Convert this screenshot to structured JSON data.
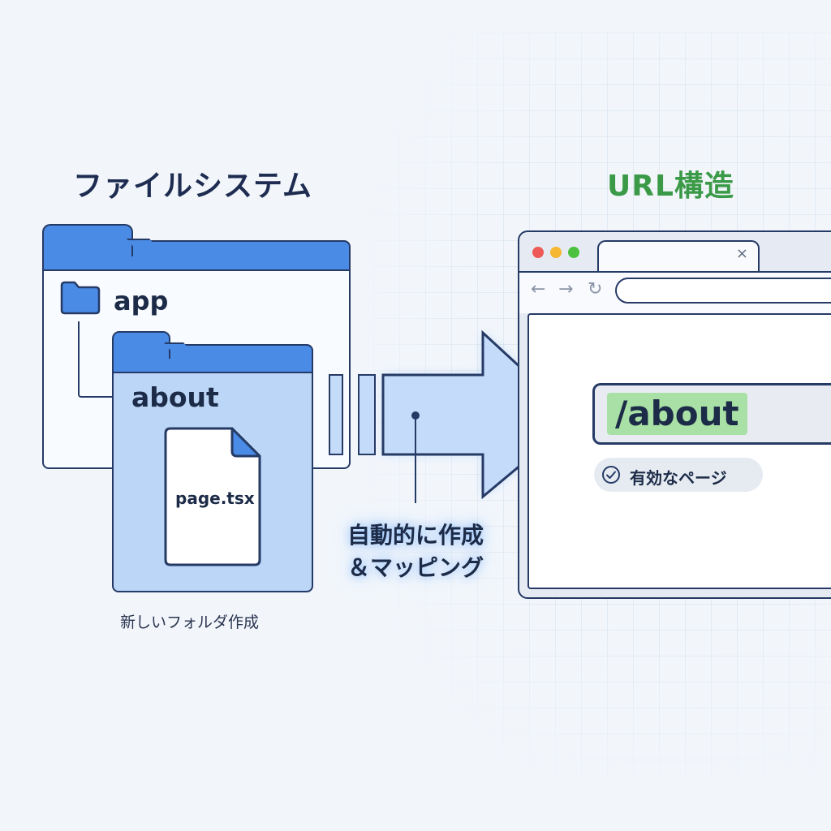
{
  "filesystem": {
    "title": "ファイルシステム",
    "root_folder": "app",
    "new_folder": "about",
    "file": "page.tsx",
    "caption": "新しいフォルダ作成"
  },
  "flow": {
    "line1": "自動的に作成",
    "line2": "＆マッピング"
  },
  "url_side": {
    "title": "URL構造",
    "path": "/about",
    "status": "有効なページ"
  },
  "browser": {
    "tab_close": "×",
    "back_glyph": "←",
    "forward_glyph": "→",
    "reload_glyph": "↻"
  },
  "colors": {
    "folder_blue": "#4a8be6",
    "folder_light": "#bcd6f7",
    "outline": "#263a66",
    "url_title_green": "#3a9a47",
    "path_highlight": "#a9e0a5",
    "arrow_fill": "#c4dcfa"
  },
  "icons": [
    "folder-icon",
    "file-icon",
    "arrow-icon",
    "check-circle-icon",
    "close-icon",
    "back-arrow-icon",
    "forward-arrow-icon",
    "reload-icon"
  ]
}
